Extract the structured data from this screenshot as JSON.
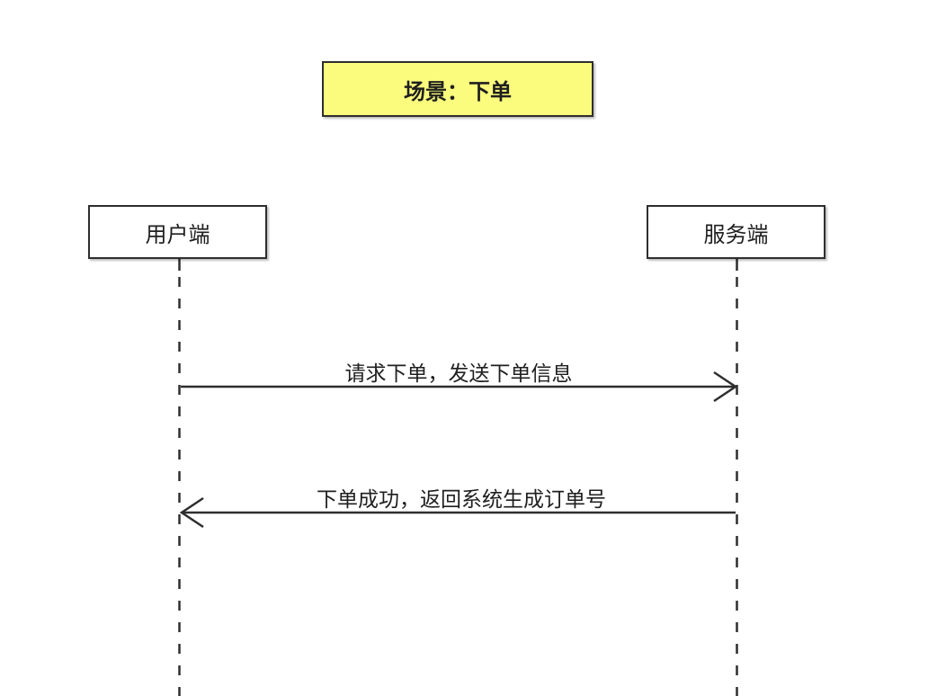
{
  "diagram": {
    "title": "场景：下单",
    "actors": [
      {
        "label": "用户端"
      },
      {
        "label": "服务端"
      }
    ],
    "messages": [
      {
        "label": "请求下单，发送下单信息",
        "direction": "left-to-right"
      },
      {
        "label": "下单成功，返回系统生成订单号",
        "direction": "right-to-left"
      }
    ],
    "colors": {
      "background": "#ffffff",
      "title_fill": "#fbfb7d",
      "actor_fill": "#ffffff",
      "stroke": "#2e2e2e",
      "text": "#1f1f1f"
    }
  }
}
